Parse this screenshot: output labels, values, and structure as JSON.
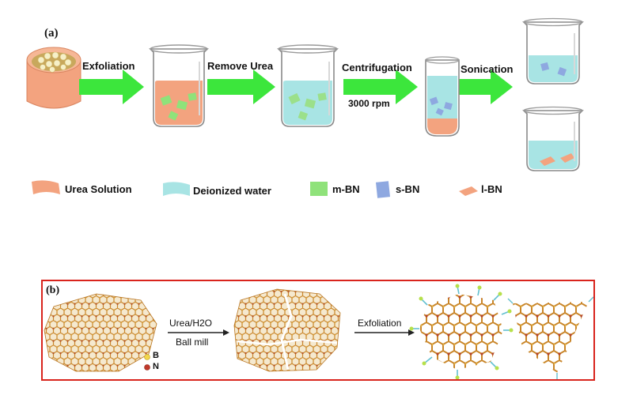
{
  "panel_a": {
    "label": "(a)",
    "steps": {
      "exfoliation": "Exfoliation",
      "remove_urea": "Remove Urea",
      "centrifugation": "Centrifugation",
      "rpm": "3000 rpm",
      "sonication": "Sonication"
    },
    "legend": [
      {
        "label": "Urea Solution",
        "color": "#f4a98a"
      },
      {
        "label": "Deionized water",
        "color": "#a8e4e4"
      },
      {
        "label": "m-BN",
        "color": "#8fe27a"
      },
      {
        "label": "s-BN",
        "color": "#8ea8e0"
      },
      {
        "label": "l-BN",
        "color": "#f4a98a"
      }
    ]
  },
  "panel_b": {
    "label": "(b)",
    "reagent": "Urea/H2O",
    "process": "Ball mill",
    "exfoliation": "Exfoliation",
    "atom_b": "B",
    "atom_n": "N"
  },
  "colors": {
    "arrow_green": "#3ce63c",
    "urea": "#f4a98a",
    "water": "#a8e4e4",
    "mbn": "#8fe27a",
    "sbn": "#8ea8e0",
    "border_red": "#d9241d",
    "boron": "#f2d64a",
    "nitrogen": "#c0392b"
  }
}
